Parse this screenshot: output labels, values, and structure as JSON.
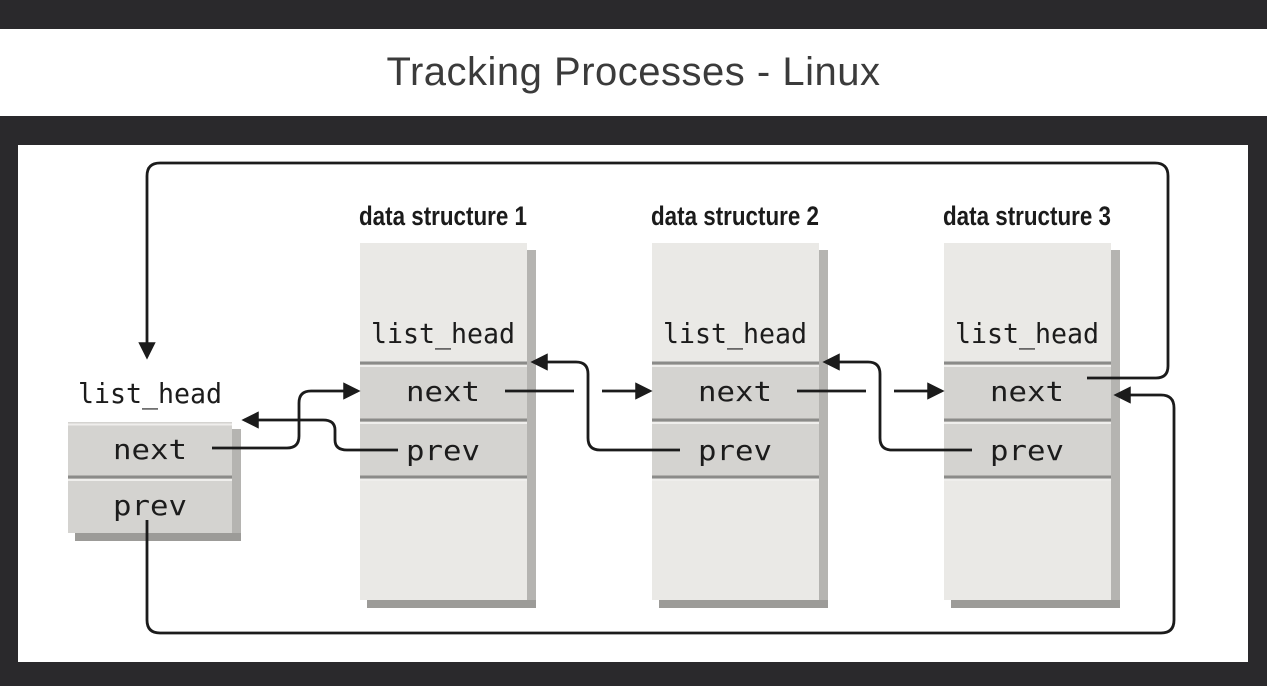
{
  "title": "Tracking Processes - Linux",
  "colors": {
    "background": "#2a292c",
    "panel": "#ffffff",
    "box_face": "#eae9e6",
    "pointer_cell": "#d4d3d0",
    "edge_right": "#b5b4b1",
    "edge_bottom": "#9c9b98",
    "divider": "#8b8b89",
    "wire": "#1b1b1b",
    "text": "#1c1c1c",
    "title_text": "#3b3b3b"
  },
  "diagram": {
    "head": {
      "type_label": "list_head",
      "next_label": "next",
      "prev_label": "prev"
    },
    "nodes": [
      {
        "title": "data structure 1",
        "struct_label": "list_head",
        "next_label": "next",
        "prev_label": "prev"
      },
      {
        "title": "data structure 2",
        "struct_label": "list_head",
        "next_label": "next",
        "prev_label": "prev"
      },
      {
        "title": "data structure 3",
        "struct_label": "list_head",
        "next_label": "next",
        "prev_label": "prev"
      }
    ]
  }
}
